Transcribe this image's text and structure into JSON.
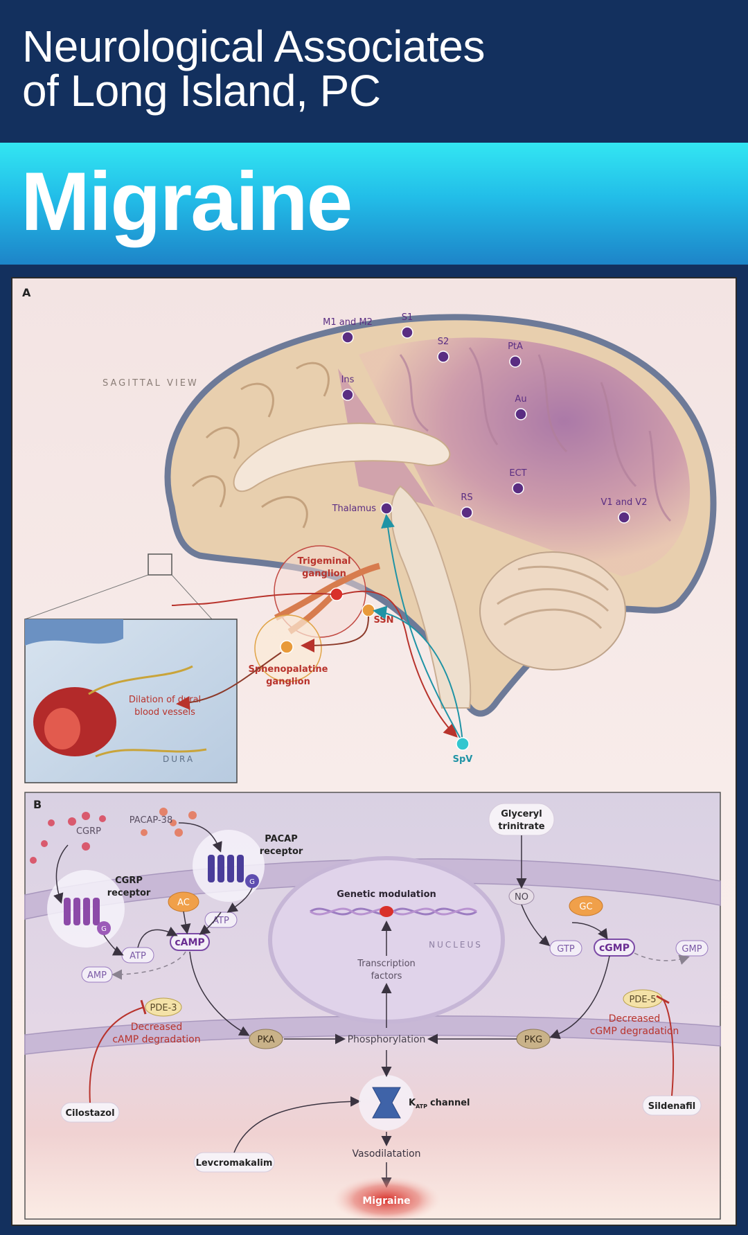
{
  "header": {
    "line1": "Neurological Associates",
    "line2": "of Long Island, PC"
  },
  "banner": {
    "title": "Migraine"
  },
  "panel_a": {
    "label": "A",
    "view_label": "SAGITTAL VIEW",
    "regions": [
      "M1 and M2",
      "S1",
      "S2",
      "PtA",
      "Ins",
      "Au",
      "ECT",
      "RS",
      "V1 and V2",
      "Thalamus"
    ],
    "trigeminal": "Trigeminal ganglion",
    "trigeminal_l1": "Trigeminal",
    "trigeminal_l2": "ganglion",
    "ssn": "SSN",
    "spheno_l1": "Sphenopalatine",
    "spheno_l2": "ganglion",
    "dilation_l1": "Dilation of dural",
    "dilation_l2": "blood vessels",
    "dura": "DURA",
    "spv": "SpV"
  },
  "panel_b": {
    "label": "B",
    "cgrp": "CGRP",
    "pacap38": "PACAP-38",
    "pacap_receptor_l1": "PACAP",
    "pacap_receptor_l2": "receptor",
    "cgrp_receptor_l1": "CGRP",
    "cgrp_receptor_l2": "receptor",
    "g": "G",
    "ac": "AC",
    "atp": "ATP",
    "camp": "cAMP",
    "amp": "AMP",
    "pde3": "PDE-3",
    "dec_camp_l1": "Decreased",
    "dec_camp_l2": "cAMP degradation",
    "pka": "PKA",
    "phosphorylation": "Phosphorylation",
    "genetic": "Genetic modulation",
    "nucleus": "NUCLEUS",
    "tf_l1": "Transcription",
    "tf_l2": "factors",
    "gtn_l1": "Glyceryl",
    "gtn_l2": "trinitrate",
    "no": "NO",
    "gc": "GC",
    "gtp": "GTP",
    "cgmp": "cGMP",
    "gmp": "GMP",
    "pde5": "PDE-5",
    "dec_cgmp_l1": "Decreased",
    "dec_cgmp_l2": "cGMP degradation",
    "pkg": "PKG",
    "katp_k": "K",
    "katp_sub": "ATP",
    "katp_rest": "channel",
    "cilostazol": "Cilostazol",
    "sildenafil": "Sildenafil",
    "levcromakalim": "Levcromakalim",
    "vasodilatation": "Vasodilatation",
    "migraine": "Migraine"
  },
  "colors": {
    "navy": "#13305e",
    "cyan": "#33e6f2",
    "purple": "#5a2d82",
    "red": "#b8332c",
    "teal": "#1f93a5"
  }
}
